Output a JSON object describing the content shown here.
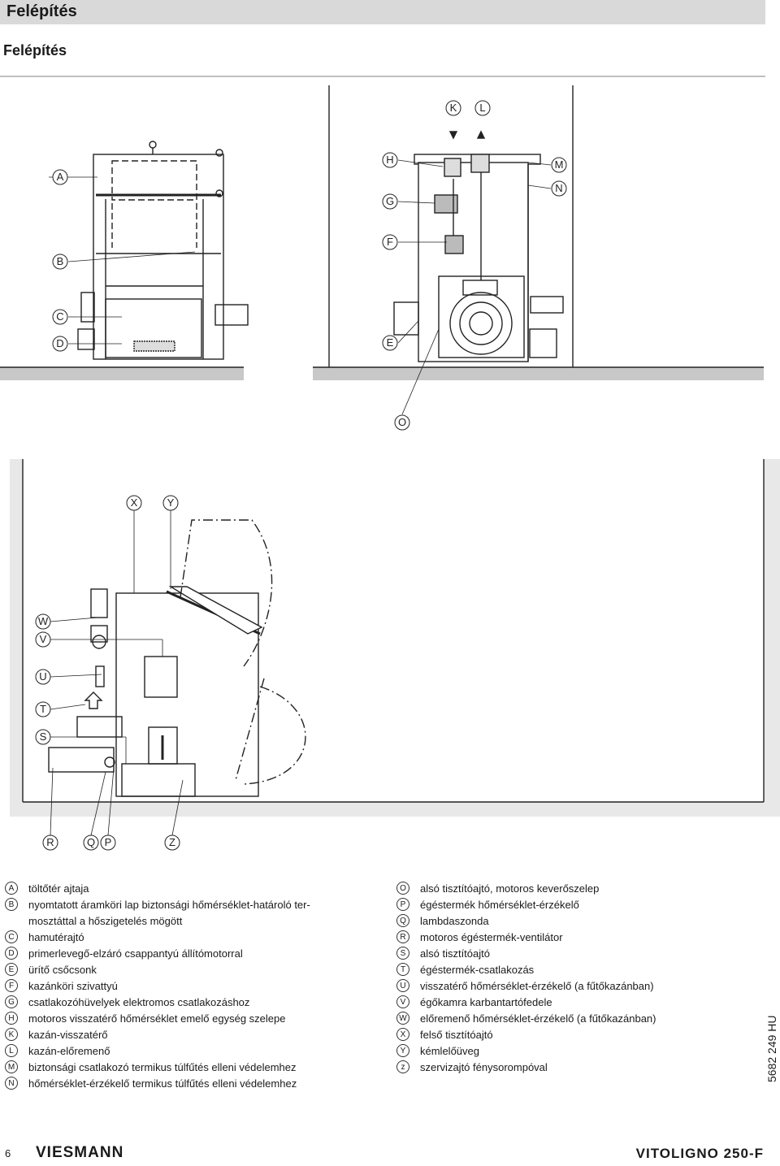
{
  "header": {
    "title": "Felépítés"
  },
  "section": {
    "title": "Felépítés"
  },
  "diagram_callouts": {
    "top": [
      "A",
      "B",
      "C",
      "D",
      "H",
      "G",
      "F",
      "E",
      "K",
      "L",
      "M",
      "N",
      "O"
    ],
    "bottom": [
      "X",
      "Y",
      "W",
      "V",
      "U",
      "T",
      "S",
      "R",
      "Q",
      "P",
      "Z"
    ]
  },
  "legend_left": [
    {
      "key": "A",
      "text": "töltőtér ajtaja"
    },
    {
      "key": "B",
      "text": "nyomtatott áramköri lap biztonsági hőmérséklet-határoló ter-",
      "text2": "mosztáttal a hőszigetelés mögött"
    },
    {
      "key": "C",
      "text": "hamutérajtó"
    },
    {
      "key": "D",
      "text": "primerlevegő-elzáró csappantyú állítómotorral"
    },
    {
      "key": "E",
      "text": "ürítő csőcsonk"
    },
    {
      "key": "F",
      "text": "kazánköri szivattyú"
    },
    {
      "key": "G",
      "text": "csatlakozóhüvelyek elektromos csatlakozáshoz"
    },
    {
      "key": "H",
      "text": "motoros visszatérő hőmérséklet emelő egység szelepe"
    },
    {
      "key": "K",
      "text": "kazán-visszatérő"
    },
    {
      "key": "L",
      "text": "kazán-előremenő"
    },
    {
      "key": "M",
      "text": "biztonsági csatlakozó termikus túlfűtés elleni védelemhez"
    },
    {
      "key": "N",
      "text": "hőmérséklet-érzékelő termikus túlfűtés elleni védelemhez"
    }
  ],
  "legend_right": [
    {
      "key": "O",
      "text": "alsó tisztítóajtó, motoros keverőszelep"
    },
    {
      "key": "P",
      "text": "égéstermék hőmérséklet-érzékelő"
    },
    {
      "key": "Q",
      "text": "lambdaszonda"
    },
    {
      "key": "R",
      "text": "motoros égéstermék-ventilátor"
    },
    {
      "key": "S",
      "text": "alsó tisztítóajtó"
    },
    {
      "key": "T",
      "text": "égéstermék-csatlakozás"
    },
    {
      "key": "U",
      "text": "visszatérő hőmérséklet-érzékelő (a fűtőkazánban)"
    },
    {
      "key": "V",
      "text": "égőkamra karbantartófedele"
    },
    {
      "key": "W",
      "text": "előremenő hőmérséklet-érzékelő (a fűtőkazánban)"
    },
    {
      "key": "X",
      "text": "felső tisztítóajtó"
    },
    {
      "key": "Y",
      "text": "kémlelőüveg"
    },
    {
      "key": "z",
      "text": "szervizajtó fénysorompóval"
    }
  ],
  "footer": {
    "page_number": "6",
    "logo": "VIESMANN",
    "product": "VITOLIGNO 250-F",
    "doc_number": "5682 249 HU"
  }
}
